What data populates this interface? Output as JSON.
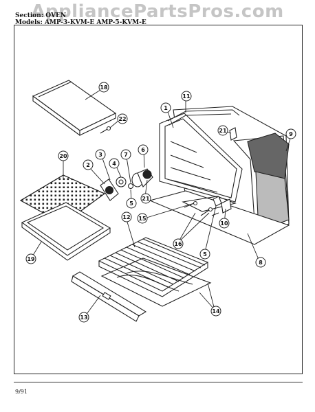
{
  "watermark": "AppliancePartsPros.com",
  "header": {
    "section_label": "Section:",
    "section_value": "OVEN",
    "models_label": "Models:",
    "models_value": "AMP-3-KVM-E  AMP-5-KVM-E"
  },
  "footer": {
    "date_code": "9/91"
  },
  "callouts": [
    {
      "id": "c1",
      "label": "1"
    },
    {
      "id": "c2",
      "label": "2"
    },
    {
      "id": "c3",
      "label": "3"
    },
    {
      "id": "c4",
      "label": "4"
    },
    {
      "id": "c5a",
      "label": "5"
    },
    {
      "id": "c5b",
      "label": "5"
    },
    {
      "id": "c6",
      "label": "6"
    },
    {
      "id": "c7",
      "label": "7"
    },
    {
      "id": "c8",
      "label": "8"
    },
    {
      "id": "c9",
      "label": "9"
    },
    {
      "id": "c10",
      "label": "10"
    },
    {
      "id": "c11",
      "label": "11"
    },
    {
      "id": "c12",
      "label": "12"
    },
    {
      "id": "c13",
      "label": "13"
    },
    {
      "id": "c14",
      "label": "14"
    },
    {
      "id": "c15",
      "label": "15"
    },
    {
      "id": "c16",
      "label": "16"
    },
    {
      "id": "c18",
      "label": "18"
    },
    {
      "id": "c19",
      "label": "19"
    },
    {
      "id": "c20",
      "label": "20"
    },
    {
      "id": "c21a",
      "label": "21"
    },
    {
      "id": "c21b",
      "label": "21"
    },
    {
      "id": "c22",
      "label": "22"
    }
  ]
}
